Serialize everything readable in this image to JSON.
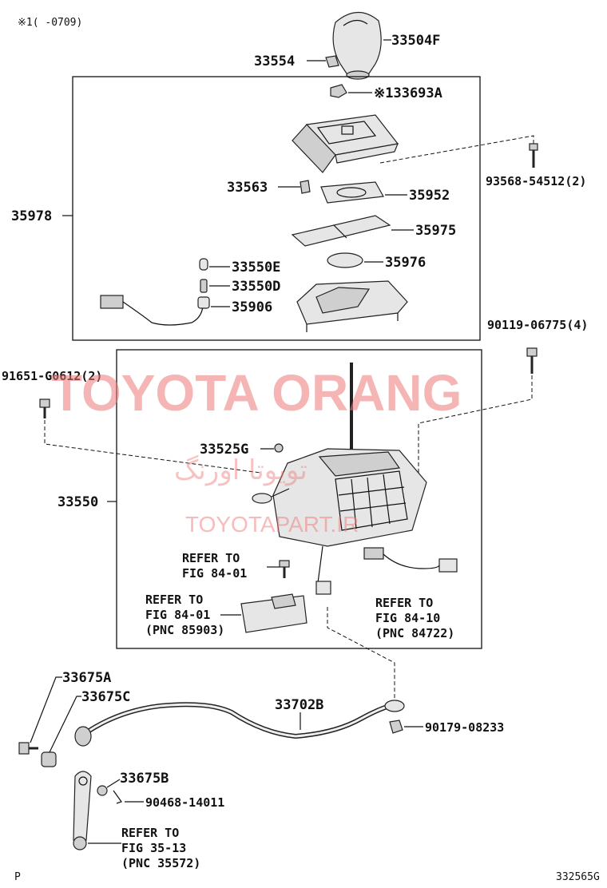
{
  "header": {
    "note": "※1(     -0709)"
  },
  "labels": {
    "p_33504F": "33504F",
    "p_33554": "33554",
    "p_33693A": "※133693A",
    "p_93568": "93568-54512(2)",
    "p_33563": "33563",
    "p_35952": "35952",
    "p_35978": "35978",
    "p_35975": "35975",
    "p_35976": "35976",
    "p_33550E": "33550E",
    "p_33550D": "33550D",
    "p_35906": "35906",
    "p_90119": "90119-06775(4)",
    "p_91651": "91651-G0612(2)",
    "p_33525G": "33525G",
    "p_33550": "33550",
    "p_33675A": "33675A",
    "p_33675C": "33675C",
    "p_33702B": "33702B",
    "p_90179": "90179-08233",
    "p_33675B": "33675B",
    "p_90468": "90468-14011"
  },
  "refs": {
    "ref1": [
      "REFER TO",
      "FIG 84-01"
    ],
    "ref2": [
      "REFER TO",
      "FIG 84-01",
      "(PNC 85903)"
    ],
    "ref3": [
      "REFER TO",
      "FIG 84-10",
      "(PNC 84722)"
    ],
    "ref4": [
      "REFER TO",
      "FIG 35-13",
      "(PNC 35572)"
    ]
  },
  "watermark": {
    "main": "TOYOTA ORANG",
    "arabic": "تویوتا اورنگ",
    "site": "TOYOTAPART.IR"
  },
  "footer": {
    "left": "P",
    "right": "332565G"
  }
}
